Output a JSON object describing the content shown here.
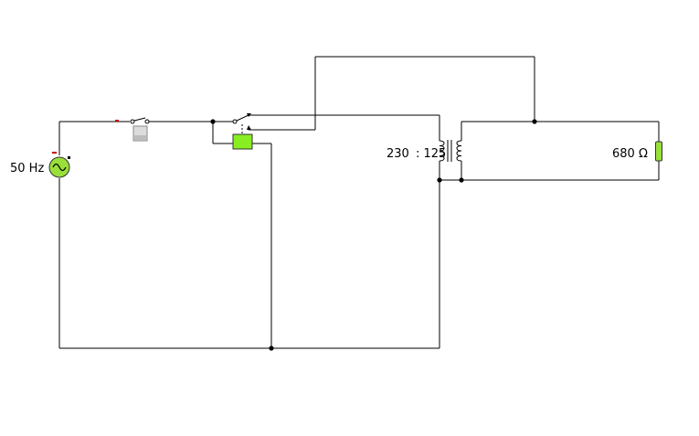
{
  "source": {
    "label": "50 Hz",
    "fill": "#99e03a"
  },
  "transformer": {
    "ratio_left": "230",
    "ratio_right": ": 125"
  },
  "load": {
    "label": "680 Ω",
    "fill": "#99e03a"
  },
  "relay": {
    "coil_fill": "#88ee22"
  },
  "colors": {
    "wire": "#000000",
    "marker": "#cc0000"
  }
}
